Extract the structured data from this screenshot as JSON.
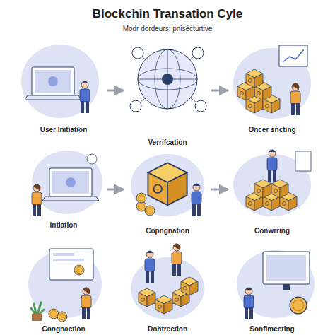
{
  "diagram": {
    "title": "Blockchin Transation Cyle",
    "nodes": [
      {
        "text": [
          "User Initiation"
        ]
      },
      {
        "text": [
          "Verrifcation"
        ]
      },
      {
        "text": [
          "Oncer sncting"
        ]
      },
      {
        "text": [
          "Intiation"
        ]
      },
      {
        "text": [
          "Copngnation"
        ]
      },
      {
        "text": [
          "Conwrring"
        ]
      },
      {
        "text": [
          "Congnaction"
        ]
      },
      {
        "text": [
          "Dohtrection"
        ]
      },
      {
        "text": [
          "Sonfimecting"
        ]
      }
    ],
    "edges": [
      {
        "from": 0,
        "to": 1,
        "arrow": "to"
      },
      {
        "from": 1,
        "to": 2,
        "arrow": "to"
      },
      {
        "from": 3,
        "to": 4,
        "arrow": "to"
      },
      {
        "from": 4,
        "to": 5,
        "arrow": "to"
      }
    ],
    "labels": [
      "Modr dordeurs; pnisécturtive"
    ]
  }
}
